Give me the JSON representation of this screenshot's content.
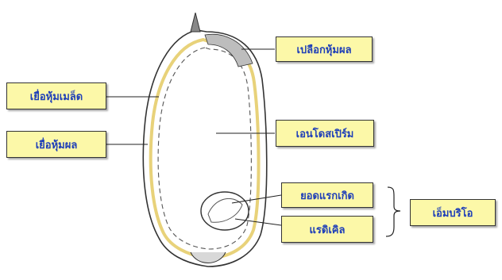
{
  "diagram": {
    "labels": {
      "pericarp_top": "เปลือกหุ้มผล",
      "seed_coat": "เยื่อหุ้มเมล็ด",
      "fruit_membrane": "เยื่อหุ้มผล",
      "endosperm": "เอนโดสเปิร์ม",
      "plumule": "ยอดแรกเกิด",
      "radicle": "แรดิเคิล",
      "embryo": "เอ็มบริโอ"
    },
    "colors": {
      "label_fill": "#fcf8a8",
      "label_text": "#1f3fb8",
      "outline": "#333333",
      "layer_yellow": "#e8d27a"
    }
  }
}
